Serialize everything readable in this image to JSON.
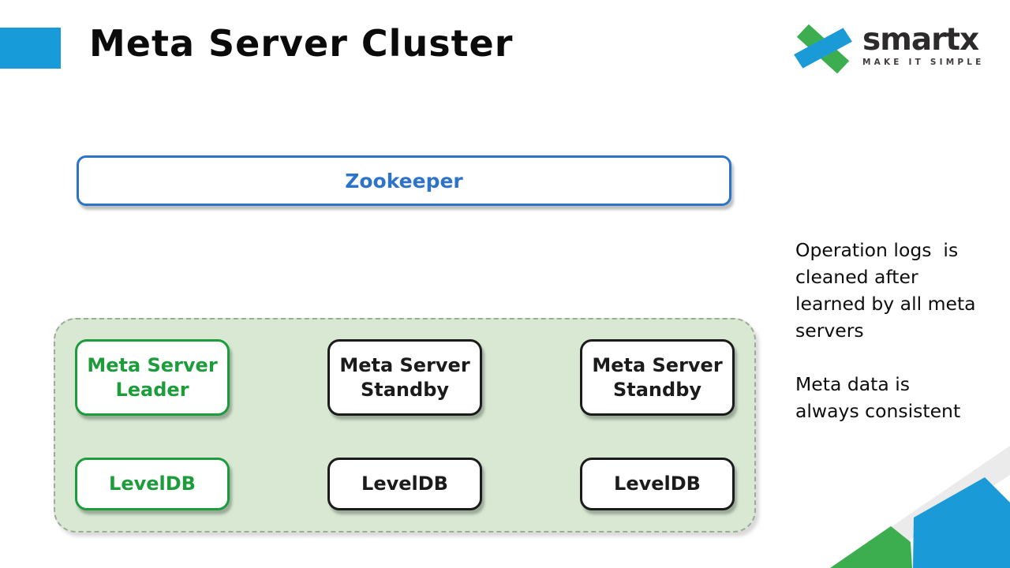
{
  "slide": {
    "title": "Meta Server Cluster"
  },
  "logo": {
    "name": "smartx",
    "tagline": "MAKE IT SIMPLE",
    "mark_blue": "#1b9ad8",
    "mark_green": "#3dae4f"
  },
  "header": {
    "accent_bar_color": "#189cd9"
  },
  "diagram": {
    "zookeeper": {
      "label": "Zookeeper",
      "color": "#2d74c8"
    },
    "cluster": {
      "background": "#d8e8d2",
      "nodes": [
        {
          "server": "Meta Server\nLeader",
          "db": "LevelDB",
          "role": "leader",
          "color": "#1c9c3a"
        },
        {
          "server": "Meta Server\nStandby",
          "db": "LevelDB",
          "role": "standby",
          "color": "#1b1b1b"
        },
        {
          "server": "Meta Server\nStandby",
          "db": "LevelDB",
          "role": "standby",
          "color": "#1b1b1b"
        }
      ]
    }
  },
  "annotations": {
    "note1": "Operation logs  is\ncleaned after\nlearned by all meta\nservers",
    "note2": "Meta data is\nalways consistent"
  },
  "decor": {
    "gray": "#ebebeb",
    "green": "#3dae4f",
    "blue": "#1b9ad8"
  }
}
